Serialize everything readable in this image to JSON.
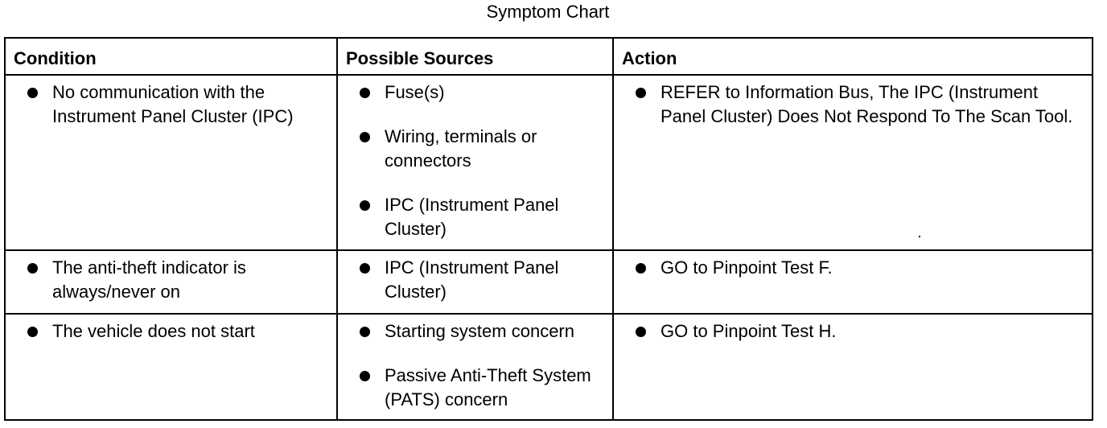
{
  "title": "Symptom Chart",
  "headers": {
    "condition": "Condition",
    "sources": "Possible Sources",
    "action": "Action"
  },
  "rows": [
    {
      "condition": [
        "No communication with the Instrument Panel Cluster (IPC)"
      ],
      "sources": [
        "Fuse(s)",
        "Wiring, terminals or connectors",
        "IPC (Instrument Panel Cluster)"
      ],
      "action": [
        "REFER to Information Bus, The IPC (Instrument Panel Cluster) Does Not Respond To The Scan Tool."
      ]
    },
    {
      "condition": [
        "The anti-theft indicator is always/never on"
      ],
      "sources": [
        "IPC (Instrument Panel Cluster)"
      ],
      "action": [
        "GO to Pinpoint Test F."
      ]
    },
    {
      "condition": [
        "The vehicle does not start"
      ],
      "sources": [
        "Starting system concern",
        "Passive Anti-Theft System (PATS) concern"
      ],
      "action": [
        "GO to Pinpoint Test H."
      ]
    }
  ]
}
